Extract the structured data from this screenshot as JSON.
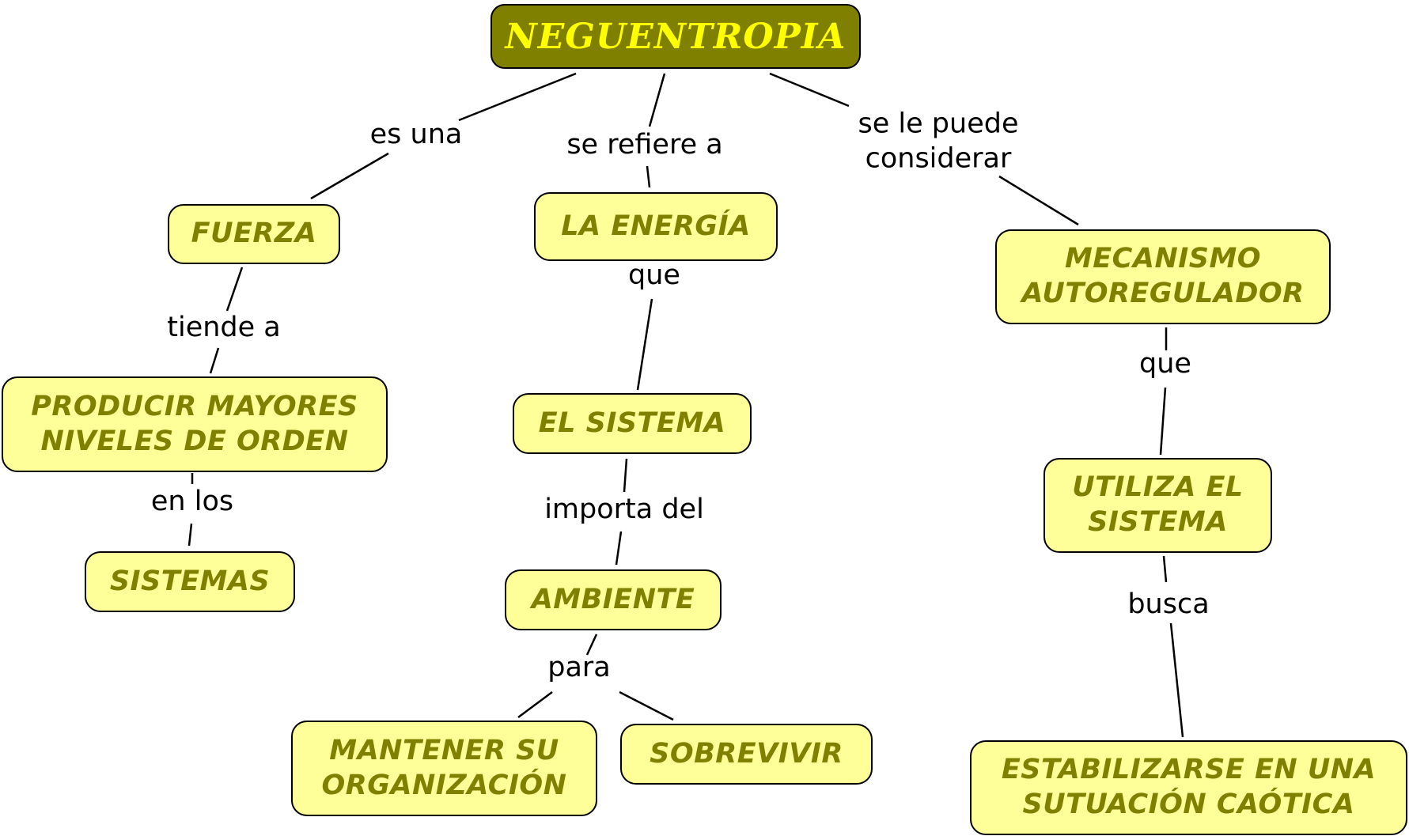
{
  "root": {
    "label": "NEGUENTROPIA"
  },
  "nodes": {
    "fuerza": "FUERZA",
    "energia": "LA ENERGÍA",
    "mecanismo": "MECANISMO\nAUTOREGULADOR",
    "producir": "PRODUCIR MAYORES\nNIVELES DE ORDEN",
    "sistemas": "SISTEMAS",
    "el_sistema": "EL SISTEMA",
    "ambiente": "AMBIENTE",
    "mantener": "MANTENER SU\nORGANIZACIÓN",
    "sobrevivir": "SOBREVIVIR",
    "utiliza": "UTILIZA EL\nSISTEMA",
    "estabilizarse": "ESTABILIZARSE EN UNA\nSUTUACIÓN CAÓTICA"
  },
  "links": {
    "es_una": "es una",
    "se_refiere_a": "se refiere a",
    "se_le_puede_considerar": "se le puede\nconsiderar",
    "tiende_a": "tiende a",
    "en_los": "en los",
    "que_energia": "que",
    "importa_del": "importa del",
    "para": "para",
    "que_mecanismo": "que",
    "busca": "busca"
  }
}
